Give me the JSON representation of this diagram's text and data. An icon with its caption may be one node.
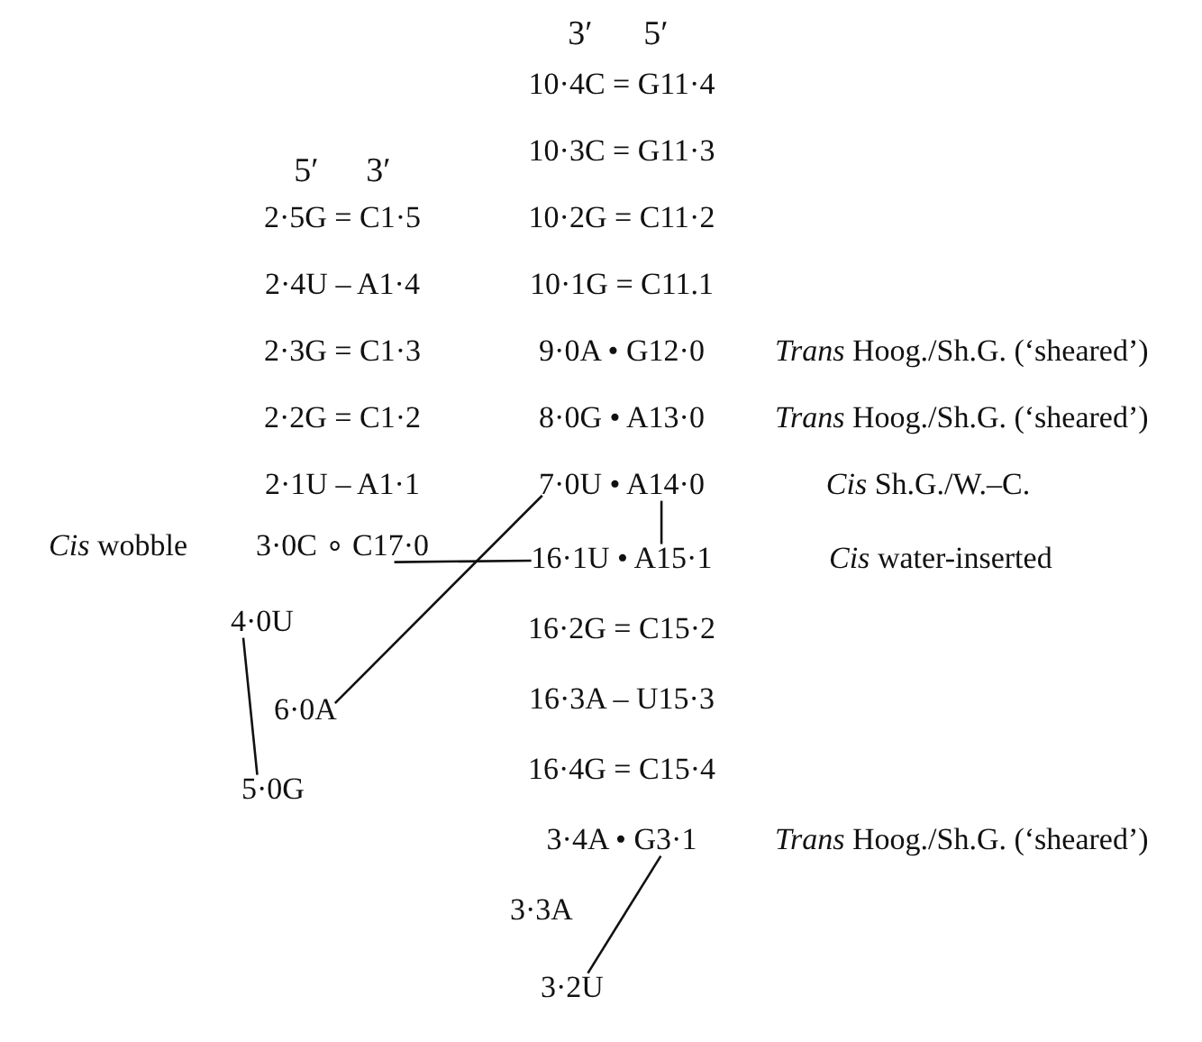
{
  "diagram": {
    "nodes": [
      {
        "text": [
          "2·5G = C1·5"
        ]
      },
      {
        "text": [
          "2·4U – A1·4"
        ]
      },
      {
        "text": [
          "2·3G = C1·3"
        ]
      },
      {
        "text": [
          "2·2G = C1·2"
        ]
      },
      {
        "text": [
          "2·1U – A1·1"
        ]
      },
      {
        "text": [
          "3·0C ∘ C17·0"
        ],
        "beside": [
          "*Cis* wobble"
        ]
      },
      {
        "text": [
          "4·0U"
        ]
      },
      {
        "text": [
          "6·0A"
        ]
      },
      {
        "text": [
          "5·0G"
        ]
      },
      {
        "text": [
          "10·4C = G11·4"
        ]
      },
      {
        "text": [
          "10·3C = G11·3"
        ]
      },
      {
        "text": [
          "10·2G = C11·2"
        ]
      },
      {
        "text": [
          "10·1G = C11.1"
        ]
      },
      {
        "text": [
          "9·0A • G12·0"
        ],
        "beside": [
          "*Trans* Hoog./Sh.G. (‘sheared’)"
        ]
      },
      {
        "text": [
          "8·0G • A13·0"
        ],
        "beside": [
          "*Trans* Hoog./Sh.G. (‘sheared’)"
        ]
      },
      {
        "text": [
          "7·0U • A14·0"
        ]
      },
      {
        "text": [
          "16·1U • A15·1"
        ],
        "beside": [
          "*Cis* water-inserted"
        ]
      },
      {
        "text": [
          "16·2G = C15·2"
        ]
      },
      {
        "text": [
          "16·3A – U15·3"
        ]
      },
      {
        "text": [
          "16·4G = C15·4"
        ]
      },
      {
        "text": [
          "3·4A • G3·1"
        ],
        "beside": [
          "*Trans* Hoog./Sh.G. (‘sheared’)"
        ]
      },
      {
        "text": [
          "3·3A"
        ]
      },
      {
        "text": [
          "3·2U"
        ]
      }
    ],
    "edges": [
      {
        "from": 6,
        "to": 8,
        "arrow": "none"
      },
      {
        "from": 7,
        "to": 15,
        "arrow": "none"
      },
      {
        "from": 5,
        "to": 16,
        "arrow": "none"
      },
      {
        "from": 15,
        "to": 16,
        "arrow": "none"
      },
      {
        "from": 20,
        "to": 22,
        "arrow": "none"
      }
    ],
    "labels": [
      "3′",
      "5′",
      "5′",
      "3′",
      "*Cis* Sh.G./W.–C."
    ]
  }
}
